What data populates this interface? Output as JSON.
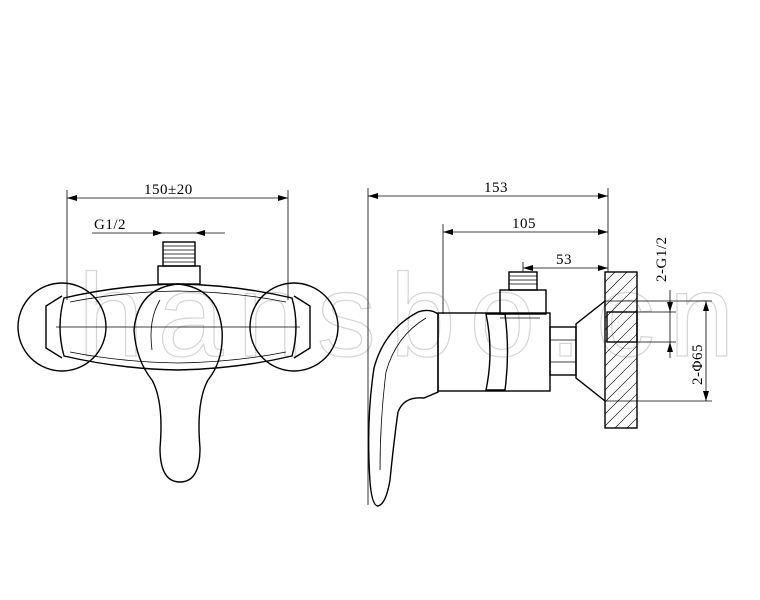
{
  "watermark": "hansbo.cn",
  "front_view": {
    "dimensions": {
      "overall_width": "150±20",
      "inlet_thread": "G1/2"
    }
  },
  "side_view": {
    "dimensions": {
      "overall_depth": "153",
      "body_depth": "105",
      "inlet_depth": "53",
      "wall_thread": "2-G1/2",
      "flange_diameter": "2-Φ65"
    }
  }
}
